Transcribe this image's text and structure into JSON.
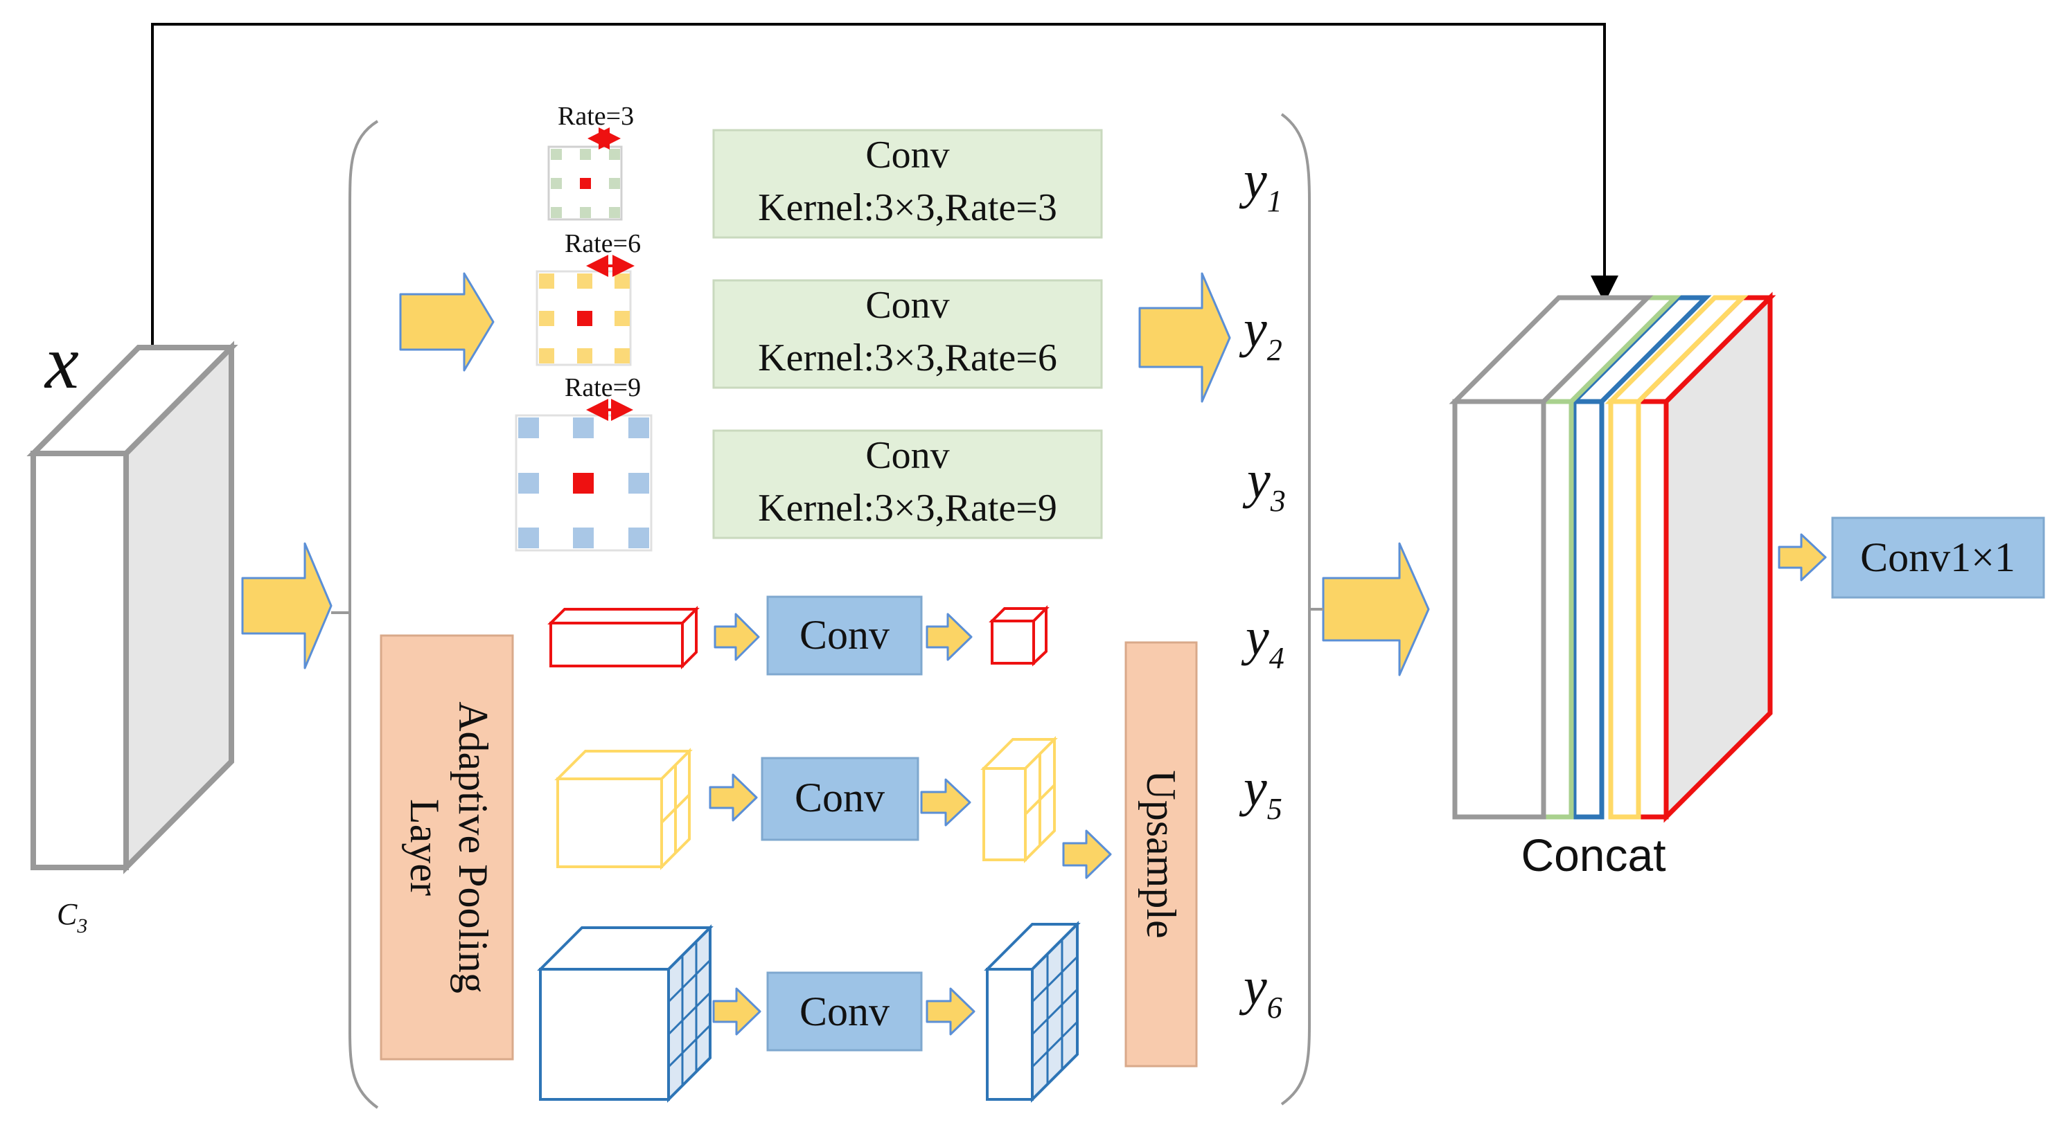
{
  "input": {
    "symbol": "x",
    "label_main": "C",
    "label_sub": "3"
  },
  "aspp": {
    "branches": [
      {
        "rate_label": "Rate=3",
        "title": "Conv",
        "desc": "Kernel:3×3,Rate=3",
        "output_main": "y",
        "output_sub": "1"
      },
      {
        "rate_label": "Rate=6",
        "title": "Conv",
        "desc": "Kernel:3×3,Rate=6",
        "output_main": "y",
        "output_sub": "2"
      },
      {
        "rate_label": "Rate=9",
        "title": "Conv",
        "desc": "Kernel:3×3,Rate=9",
        "output_main": "y",
        "output_sub": "3"
      }
    ]
  },
  "pooling": {
    "layer_line1": "Adaptive Pooling",
    "layer_line2": "Layer",
    "branches": [
      {
        "conv_label": "Conv",
        "output_main": "y",
        "output_sub": "4"
      },
      {
        "conv_label": "Conv",
        "output_main": "y",
        "output_sub": "5"
      },
      {
        "conv_label": "Conv",
        "output_main": "y",
        "output_sub": "6"
      }
    ],
    "upsample_label": "Upsample"
  },
  "concat": {
    "label": "Concat"
  },
  "final_conv": {
    "label": "Conv1×1"
  },
  "colors": {
    "arrow_fill": "#fbd465",
    "arrow_stroke": "#5b8fd6",
    "conv_green": "#e2efd9",
    "conv_blue": "#9dc3e6",
    "pool_orange": "#f8cbad",
    "red": "#ee1111",
    "yellow": "#ffd966",
    "blue": "#2e75b6",
    "green": "#a9d18e",
    "gray": "#999999",
    "face_gray": "#e6e6e6"
  }
}
